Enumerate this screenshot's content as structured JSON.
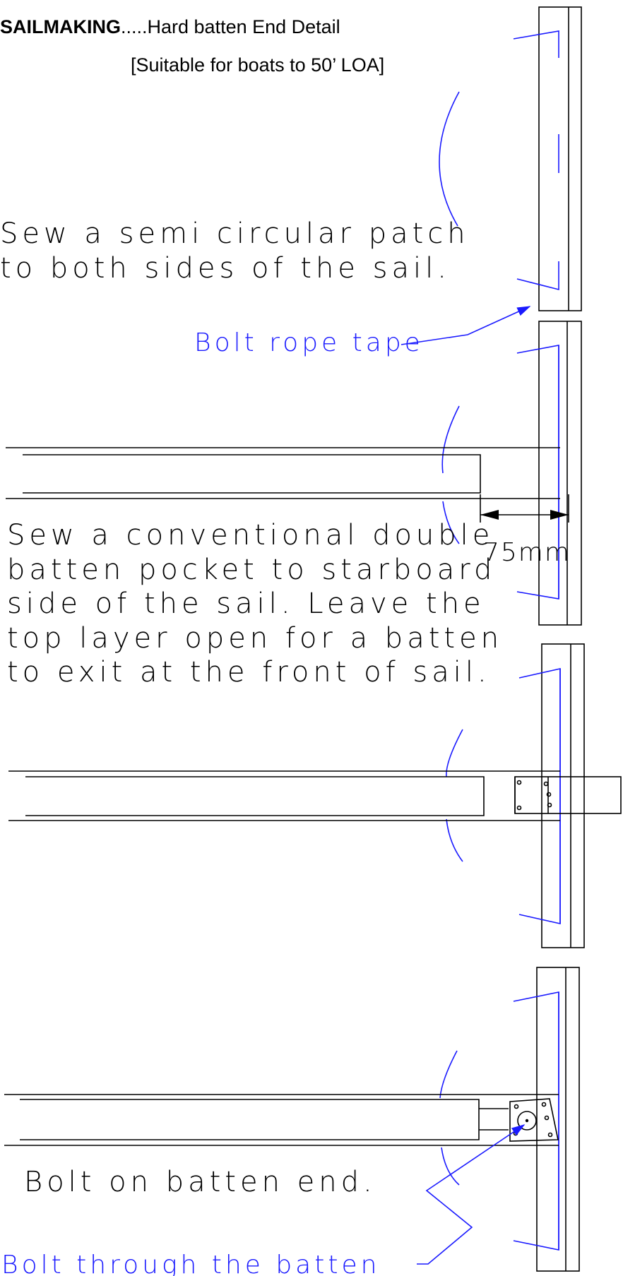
{
  "title": {
    "bold": "SAILMAKING",
    "rest": ".....Hard batten End Detail"
  },
  "subtitle": "[Suitable for boats to 50’ LOA]",
  "step1": {
    "lines": [
      "Sew a semi circular patch",
      "to both sides of the sail."
    ]
  },
  "bolt_rope_label": "Bolt rope tape",
  "step2": {
    "lines": [
      "Sew a conventional double",
      "batten pocket to starboard",
      "side of the sail. Leave the",
      "top layer open for a batten",
      "to exit at the front of sail."
    ]
  },
  "dimension": "75mm",
  "step4": {
    "line": "Bolt on batten end."
  },
  "bolt_through_label": "Bolt through the batten",
  "colors": {
    "ink": "#000000",
    "annotation": "#1a1aff",
    "background": "#ffffff"
  }
}
